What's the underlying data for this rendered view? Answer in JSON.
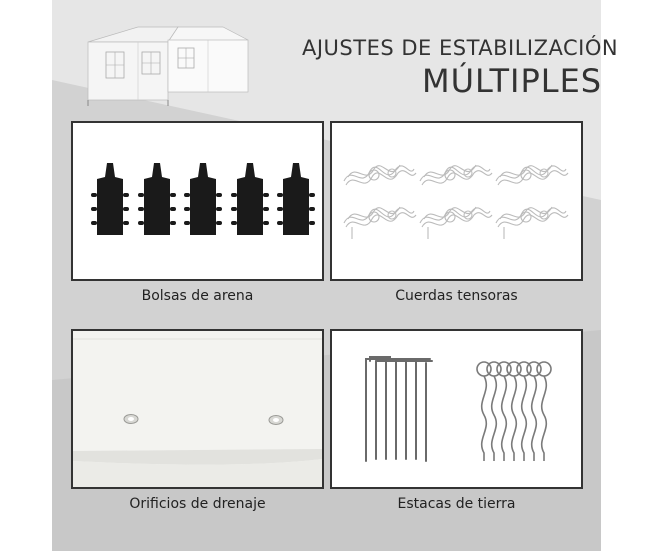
{
  "header": {
    "title_line1": "AJUSTES DE ESTABILIZACIÓN",
    "title_line2": "MÚLTIPLES"
  },
  "items": [
    {
      "caption": "Bolsas de arena",
      "icon": "sandbag-icon"
    },
    {
      "caption": "Cuerdas tensoras",
      "icon": "rope-icon"
    },
    {
      "caption": "Orificios de drenaje",
      "icon": "drain-hole-icon"
    },
    {
      "caption": "Estacas de tierra",
      "icon": "ground-stake-icon"
    }
  ],
  "colors": {
    "panel": "#d2d2d2",
    "card_border": "#333333",
    "sandbag": "#1a1a1a",
    "text": "#333333"
  }
}
